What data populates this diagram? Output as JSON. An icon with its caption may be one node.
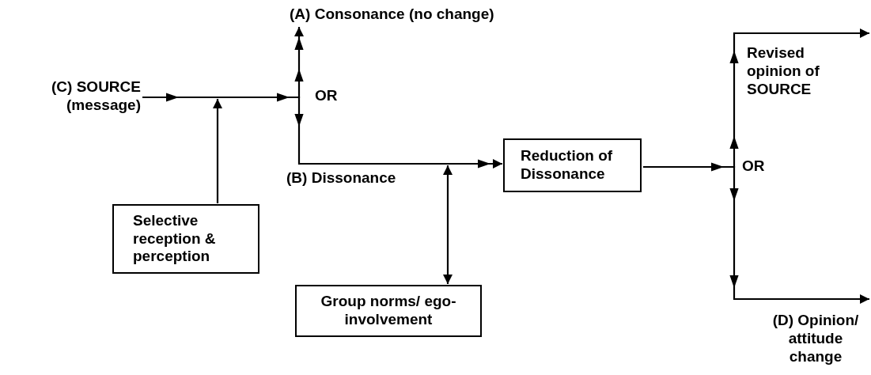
{
  "diagram": {
    "nodes": [
      {
        "text": [
          "(C) SOURCE (message)"
        ]
      },
      {
        "text": [
          "(A) Consonance (no change)"
        ]
      },
      {
        "text": [
          "Selective reception & perception"
        ]
      },
      {
        "text": [
          "Reduction of Dissonance"
        ]
      },
      {
        "text": [
          "Group norms/ ego-involvement"
        ]
      }
    ],
    "edges": [
      {
        "from": 0,
        "to": 1,
        "arrow": "to"
      },
      {
        "from": 0,
        "to": 3,
        "arrow": "to",
        "label": "(B) Dissonance"
      },
      {
        "from": 2,
        "to": null,
        "arrow": "to"
      },
      {
        "from": 4,
        "to": null,
        "arrow": "both"
      },
      {
        "from": 3,
        "to": null,
        "arrow": "to",
        "label": "Revised opinion of SOURCE"
      },
      {
        "from": 3,
        "to": null,
        "arrow": "to",
        "label": "(D) Opinion/ attitude change"
      }
    ],
    "labels": [
      "OR",
      "OR"
    ]
  }
}
